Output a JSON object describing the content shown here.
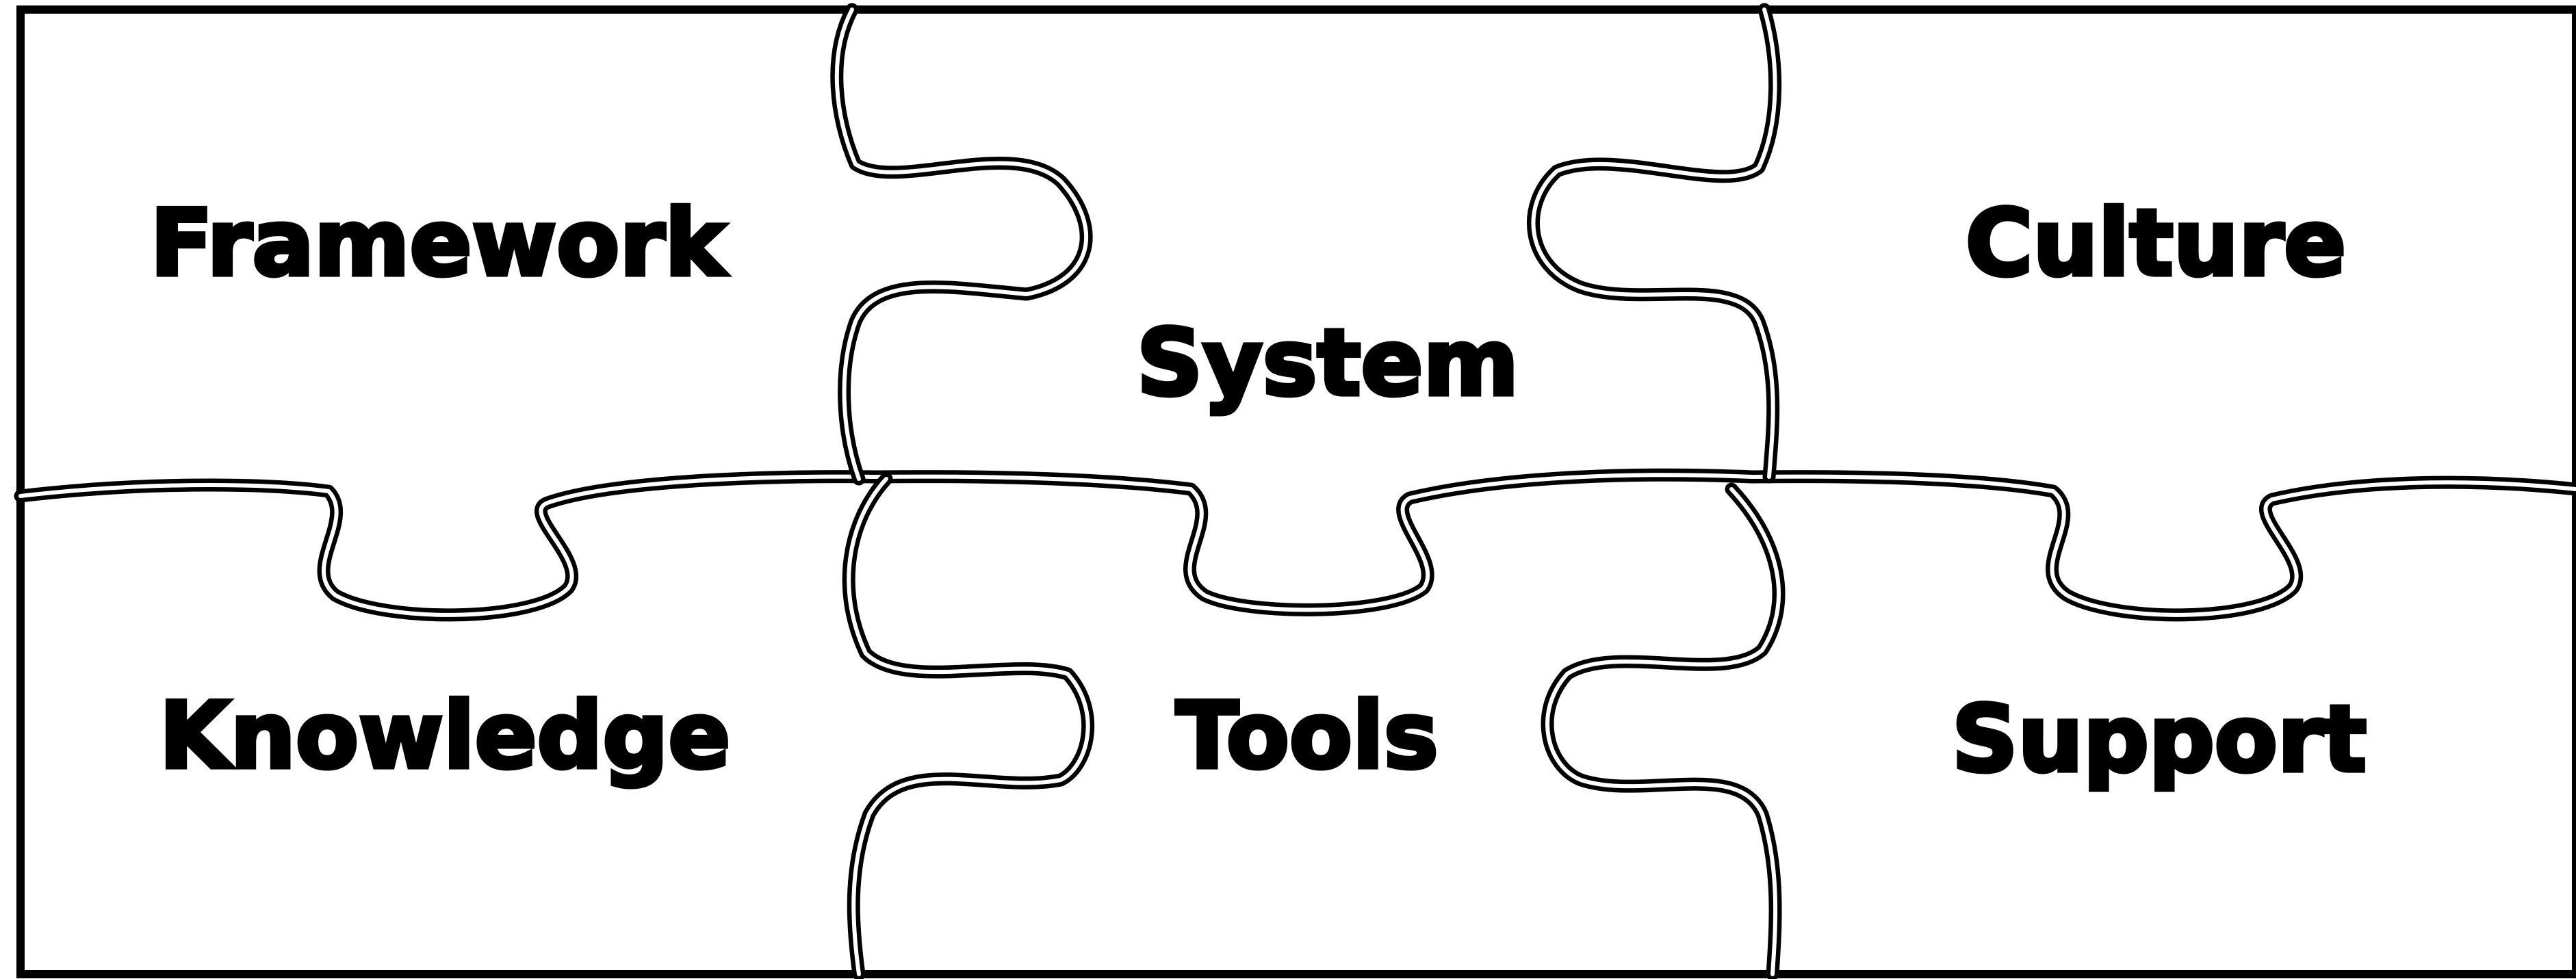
{
  "puzzle": {
    "pieces": [
      {
        "id": "framework",
        "label": "Framework",
        "row": 1,
        "col": 1
      },
      {
        "id": "system",
        "label": "System",
        "row": 1,
        "col": 2
      },
      {
        "id": "culture",
        "label": "Culture",
        "row": 1,
        "col": 3
      },
      {
        "id": "knowledge",
        "label": "Knowledge",
        "row": 2,
        "col": 1
      },
      {
        "id": "tools",
        "label": "Tools",
        "row": 2,
        "col": 2
      },
      {
        "id": "support",
        "label": "Support",
        "row": 2,
        "col": 3
      }
    ],
    "colors": {
      "outline": "#000000",
      "background": "#ffffff"
    }
  }
}
